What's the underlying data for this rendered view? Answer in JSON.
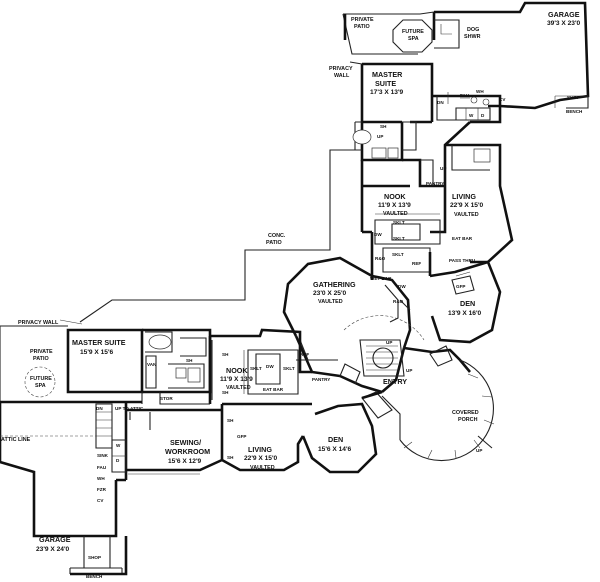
{
  "rooms": {
    "garage_top": {
      "name": "GARAGE",
      "dim": "39'3 X 23'0"
    },
    "master_top": {
      "name1": "MASTER",
      "name2": "SUITE",
      "dim": "17'3 X 13'9"
    },
    "nook_top": {
      "name": "NOOK",
      "dim": "11'9 X 13'9",
      "note": "VAULTED"
    },
    "living_top": {
      "name": "LIVING",
      "dim": "22'9 X 15'0",
      "note": "VAULTED"
    },
    "gathering": {
      "name": "GATHERING",
      "dim": "23'0 X 25'0",
      "note": "VAULTED"
    },
    "den_right": {
      "name": "DEN",
      "dim": "13'9 X 16'0"
    },
    "master_left": {
      "name": "MASTER SUITE",
      "dim": "15'9 X 15'6"
    },
    "nook_left": {
      "name": "NOOK",
      "dim": "11'9 X 13'9",
      "note": "VAULTED"
    },
    "sewing": {
      "name1": "SEWING/",
      "name2": "WORKROOM",
      "dim": "15'6 X 12'9"
    },
    "living_left": {
      "name": "LIVING",
      "dim": "22'9 X 15'0",
      "note": "VAULTED"
    },
    "den_left": {
      "name": "DEN",
      "dim": "15'6 X 14'6"
    },
    "garage_left": {
      "name": "GARAGE",
      "dim": "23'9 X 24'0"
    }
  },
  "labels": {
    "private_patio": "PRIVATE",
    "patio": "PATIO",
    "future": "FUTURE",
    "spa": "SPA",
    "dog": "DOG",
    "shwr": "SHWR",
    "privacy": "PRIVACY",
    "wall": "WALL",
    "privacy_wall": "PRIVACY WALL",
    "conc": "CONC.",
    "covered": "COVERED",
    "porch": "PORCH",
    "entry": "ENTRY",
    "pantry": "PANTRY",
    "eat_bar": "EAT BAR",
    "pass_thru": "PASS THRU",
    "wet_bar": "WET BAR",
    "up": "UP",
    "up_to_attic": "UP TO ATTIC",
    "attic_line": "ATTIC LINE",
    "shop": "SHOP",
    "bench": "BENCH",
    "sklt": "SKLT",
    "sh": "SH",
    "dn": "DN",
    "dw": "DW",
    "fau": "FAU",
    "wh": "WH",
    "cv": "CV",
    "w": "W",
    "d": "D",
    "stor": "STOR",
    "gfp": "GFP",
    "ref": "REF",
    "rbo": "R&O",
    "sink": "SINK",
    "fzr": "FZR",
    "van": "VAN"
  }
}
